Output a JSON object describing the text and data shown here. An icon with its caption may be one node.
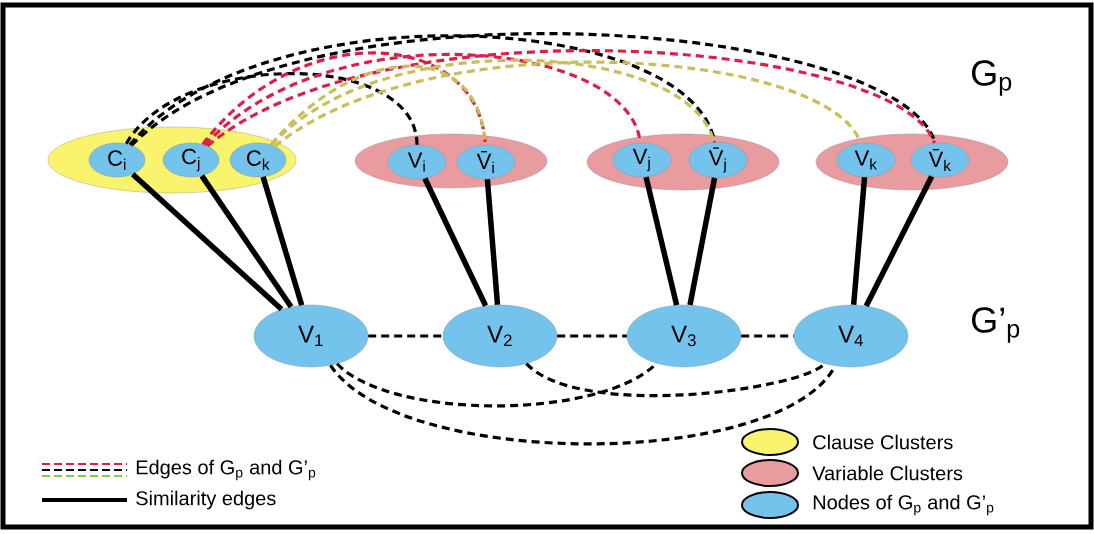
{
  "diagram": {
    "nodes": [
      {
        "text": [],
        "shape": "ellipse"
      },
      {
        "text": [
          "C$_{i}$"
        ],
        "in": 0
      },
      {
        "text": [
          "C$_{j}$"
        ],
        "in": 0
      },
      {
        "text": [
          "C$_{k}$"
        ],
        "in": 0
      },
      {
        "text": [],
        "shape": "ellipse"
      },
      {
        "text": [
          "V$_{i}$"
        ],
        "in": 4
      },
      {
        "text": [
          "V̄$_{i}$"
        ],
        "in": 4
      },
      {
        "text": [],
        "shape": "ellipse"
      },
      {
        "text": [
          "V$_{j}$"
        ],
        "in": 7
      },
      {
        "text": [
          "V̄$_{j}$"
        ],
        "in": 7
      },
      {
        "text": [],
        "shape": "ellipse"
      },
      {
        "text": [
          "V$_{k}$"
        ],
        "in": 10
      },
      {
        "text": [
          "V̄$_{k}$"
        ],
        "in": 10
      },
      {
        "text": [
          "V$_{1}$"
        ]
      },
      {
        "text": [
          "V$_{2}$"
        ]
      },
      {
        "text": [
          "V$_{3}$"
        ]
      },
      {
        "text": [
          "V$_{4}$"
        ]
      }
    ],
    "edges": [
      {
        "from": 1,
        "to": 13,
        "arrow": "none"
      },
      {
        "from": 2,
        "to": 13,
        "arrow": "none"
      },
      {
        "from": 3,
        "to": 13,
        "arrow": "none"
      },
      {
        "from": 5,
        "to": 14,
        "arrow": "none"
      },
      {
        "from": 6,
        "to": 14,
        "arrow": "none"
      },
      {
        "from": 8,
        "to": 15,
        "arrow": "none"
      },
      {
        "from": 9,
        "to": 15,
        "arrow": "none"
      },
      {
        "from": 11,
        "to": 16,
        "arrow": "none"
      },
      {
        "from": 12,
        "to": 16,
        "arrow": "none"
      },
      {
        "from": 1,
        "to": 5,
        "arrow": "none",
        "style": "dashed"
      },
      {
        "from": 1,
        "to": 9,
        "arrow": "none",
        "style": "dashed"
      },
      {
        "from": 1,
        "to": 12,
        "arrow": "none",
        "style": "dashed"
      },
      {
        "from": 2,
        "to": 6,
        "arrow": "none",
        "style": "dashed",
        "color": "#dc1e4b"
      },
      {
        "from": 2,
        "to": 8,
        "arrow": "none",
        "style": "dashed",
        "color": "#dc1e4b"
      },
      {
        "from": 2,
        "to": 12,
        "arrow": "none",
        "style": "dashed",
        "color": "#dc1e4b"
      },
      {
        "from": 3,
        "to": 6,
        "arrow": "none",
        "style": "dashed",
        "color": "#c8be5a"
      },
      {
        "from": 3,
        "to": 9,
        "arrow": "none",
        "style": "dashed",
        "color": "#c8be5a"
      },
      {
        "from": 3,
        "to": 11,
        "arrow": "none",
        "style": "dashed",
        "color": "#c8be5a"
      },
      {
        "from": 13,
        "to": 14,
        "arrow": "none",
        "style": "dashed"
      },
      {
        "from": 14,
        "to": 15,
        "arrow": "none",
        "style": "dashed"
      },
      {
        "from": 15,
        "to": 16,
        "arrow": "none",
        "style": "dashed"
      },
      {
        "from": 13,
        "to": 15,
        "arrow": "none",
        "style": "dashed"
      },
      {
        "from": 13,
        "to": 16,
        "arrow": "none",
        "style": "dashed"
      },
      {
        "from": 14,
        "to": 16,
        "arrow": "none",
        "style": "dashed"
      }
    ],
    "labels": [
      "G$_{p}$",
      "G’$_{p}$"
    ],
    "legend": [
      {
        "text": "Edges of G$_{p}$ and G’$_{p}$"
      },
      {
        "text": "Similarity edges"
      },
      {
        "text": "Clause Clusters",
        "color": "#f9f36e"
      },
      {
        "text": "Variable Clusters",
        "color": "#e99ca0"
      },
      {
        "text": "Nodes of G$_{p}$ and G’$_{p}$",
        "color": "#74c3ec"
      }
    ]
  }
}
